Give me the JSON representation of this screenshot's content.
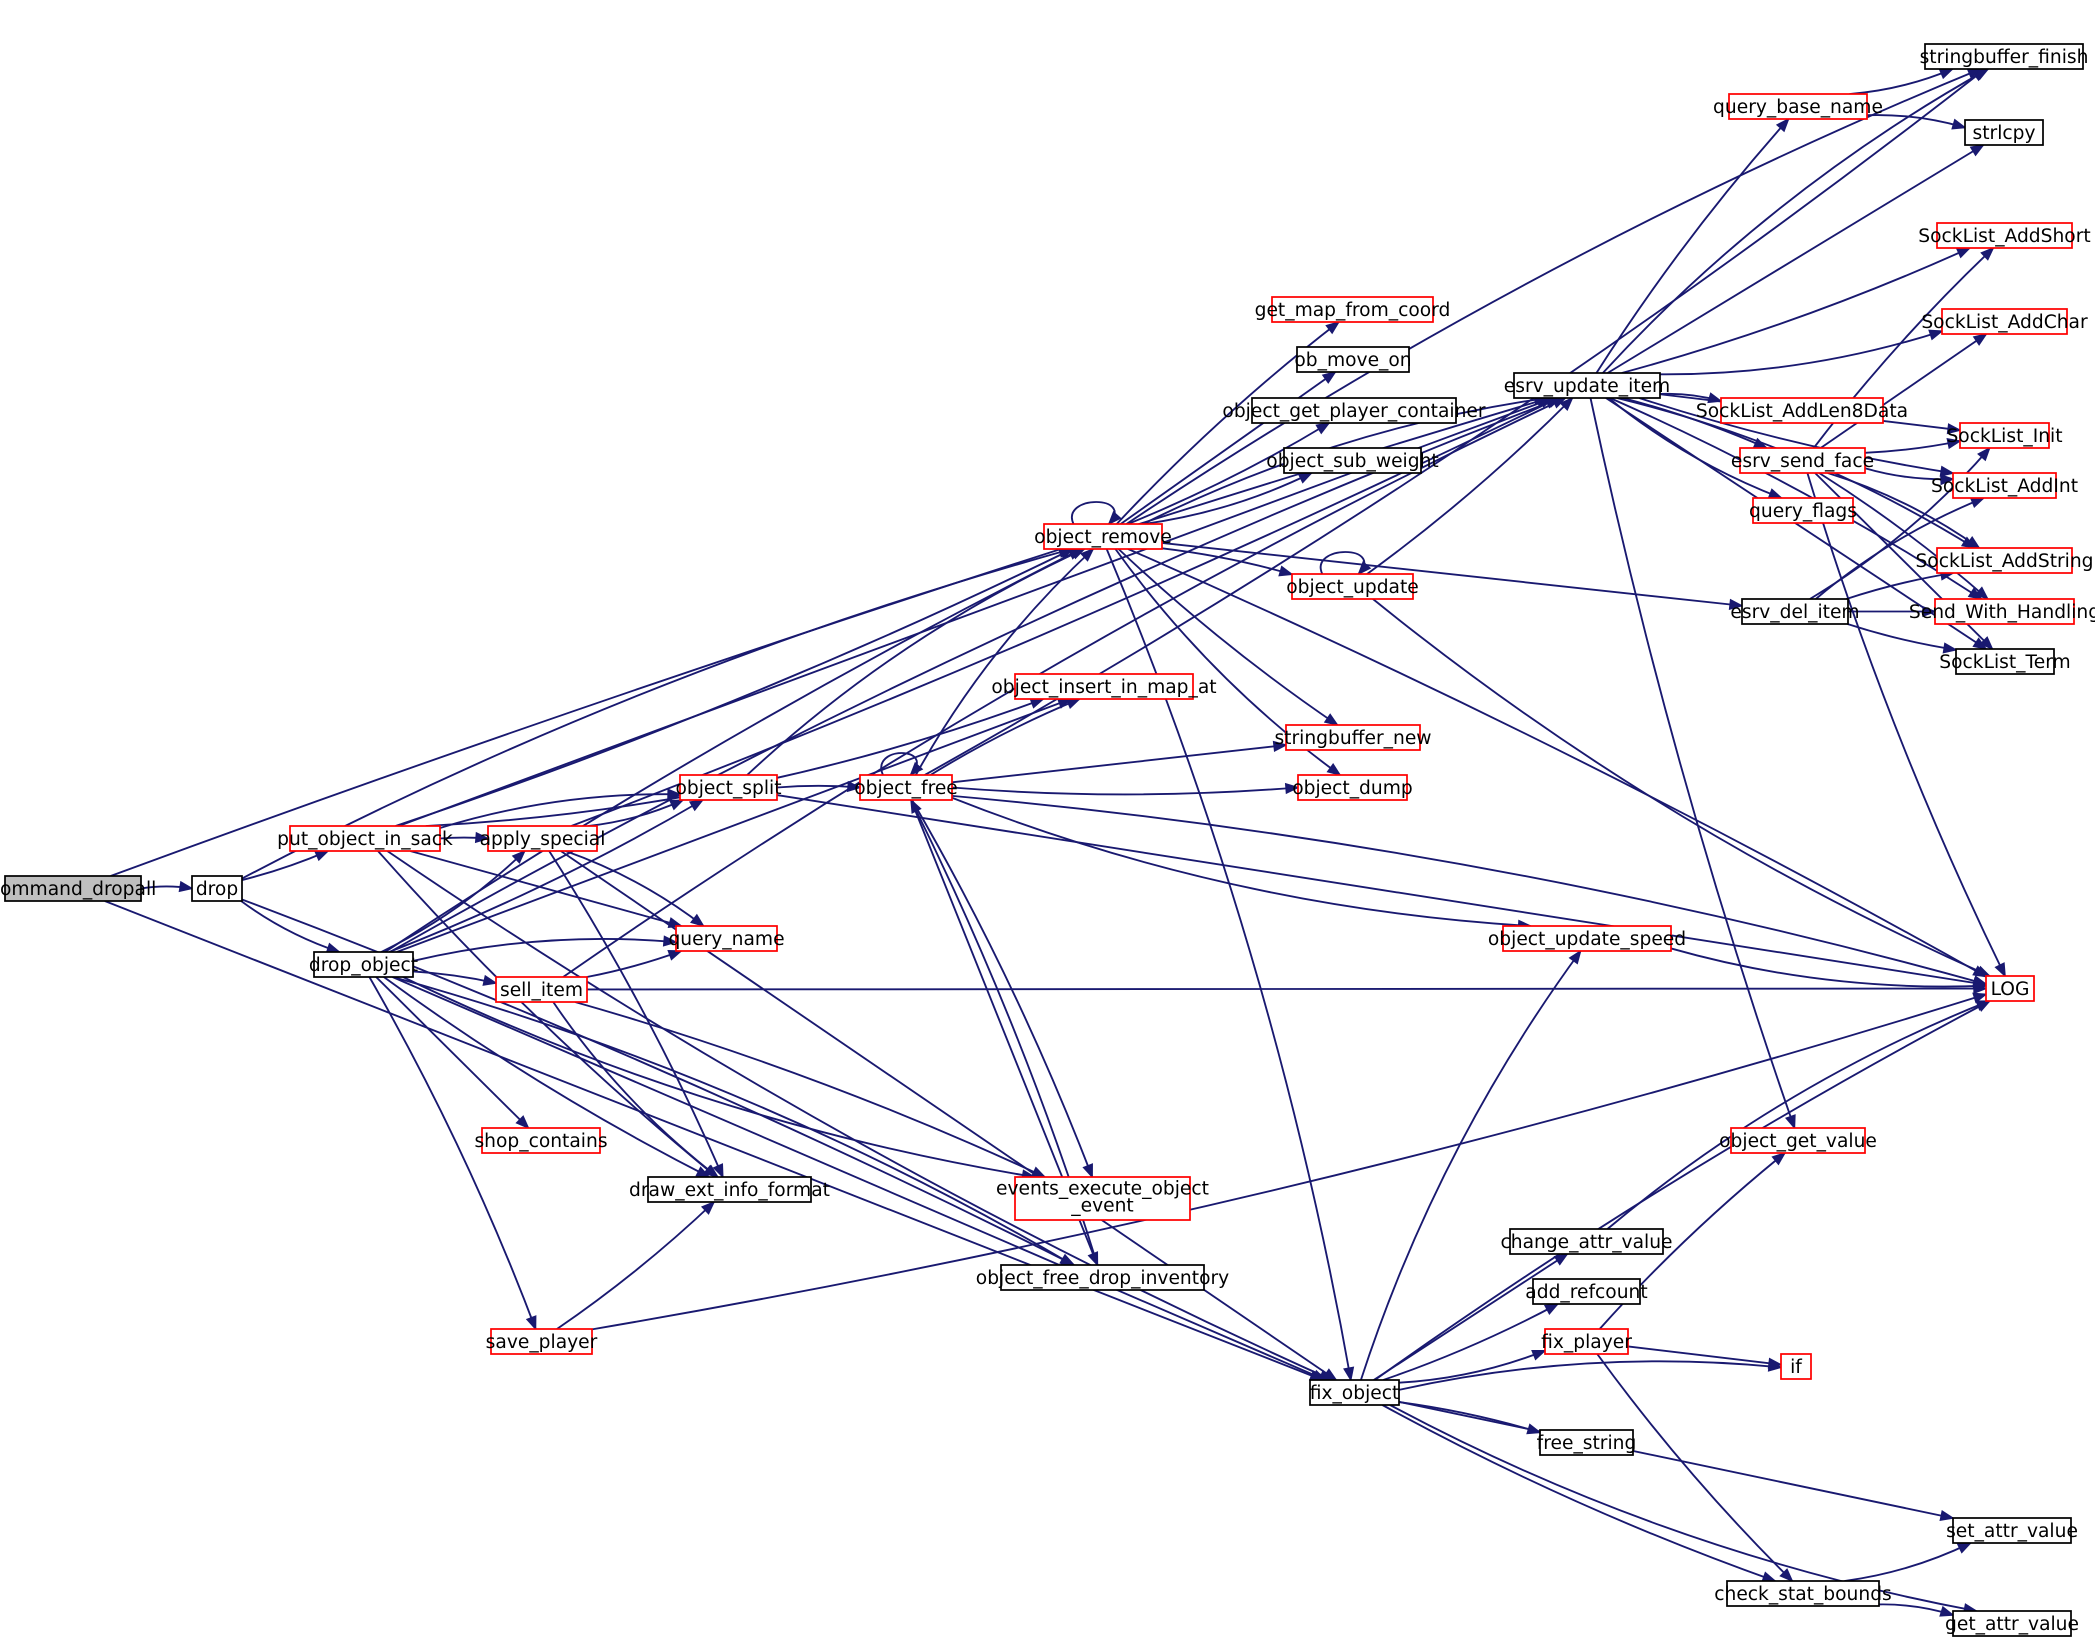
{
  "diagram": {
    "nodes": [
      {
        "id": "command_dropall",
        "label": "command_dropall",
        "style": "root"
      },
      {
        "id": "drop",
        "label": "drop",
        "style": "black"
      },
      {
        "id": "put_object_in_sack",
        "label": "put_object_in_sack",
        "style": "red"
      },
      {
        "id": "drop_object",
        "label": "drop_object",
        "style": "black"
      },
      {
        "id": "apply_special",
        "label": "apply_special",
        "style": "red"
      },
      {
        "id": "sell_item",
        "label": "sell_item",
        "style": "red"
      },
      {
        "id": "shop_contains",
        "label": "shop_contains",
        "style": "red"
      },
      {
        "id": "save_player",
        "label": "save_player",
        "style": "red"
      },
      {
        "id": "query_name",
        "label": "query_name",
        "style": "red"
      },
      {
        "id": "draw_ext_info_format",
        "label": "draw_ext_info_format",
        "style": "black"
      },
      {
        "id": "object_split",
        "label": "object_split",
        "style": "red"
      },
      {
        "id": "object_free",
        "label": "object_free",
        "style": "red"
      },
      {
        "id": "object_remove",
        "label": "object_remove",
        "style": "red"
      },
      {
        "id": "object_insert_in_map_at",
        "label": "object_insert_in_map_at",
        "style": "red"
      },
      {
        "id": "events_execute_object_event",
        "label": "events_execute_object\n_event",
        "style": "red"
      },
      {
        "id": "object_free_drop_inventory",
        "label": "object_free_drop_inventory",
        "style": "black"
      },
      {
        "id": "get_map_from_coord",
        "label": "get_map_from_coord",
        "style": "red"
      },
      {
        "id": "ob_move_on",
        "label": "ob_move_on",
        "style": "black"
      },
      {
        "id": "object_get_player_container",
        "label": "object_get_player_container",
        "style": "black"
      },
      {
        "id": "object_sub_weight",
        "label": "object_sub_weight",
        "style": "black"
      },
      {
        "id": "object_update",
        "label": "object_update",
        "style": "red"
      },
      {
        "id": "stringbuffer_new",
        "label": "stringbuffer_new",
        "style": "red"
      },
      {
        "id": "object_dump",
        "label": "object_dump",
        "style": "red"
      },
      {
        "id": "esrv_update_item",
        "label": "esrv_update_item",
        "style": "black"
      },
      {
        "id": "esrv_del_item",
        "label": "esrv_del_item",
        "style": "black"
      },
      {
        "id": "object_update_speed",
        "label": "object_update_speed",
        "style": "red"
      },
      {
        "id": "fix_object",
        "label": "fix_object",
        "style": "black"
      },
      {
        "id": "stringbuffer_finish",
        "label": "stringbuffer_finish",
        "style": "black"
      },
      {
        "id": "query_base_name",
        "label": "query_base_name",
        "style": "red"
      },
      {
        "id": "strlcpy",
        "label": "strlcpy",
        "style": "black"
      },
      {
        "id": "SockList_AddShort",
        "label": "SockList_AddShort",
        "style": "red"
      },
      {
        "id": "SockList_AddChar",
        "label": "SockList_AddChar",
        "style": "red"
      },
      {
        "id": "SockList_AddLen8Data",
        "label": "SockList_AddLen8Data",
        "style": "red"
      },
      {
        "id": "esrv_send_face",
        "label": "esrv_send_face",
        "style": "red"
      },
      {
        "id": "SockList_Init",
        "label": "SockList_Init",
        "style": "red"
      },
      {
        "id": "SockList_AddInt",
        "label": "SockList_AddInt",
        "style": "red"
      },
      {
        "id": "query_flags",
        "label": "query_flags",
        "style": "red"
      },
      {
        "id": "SockList_AddString",
        "label": "SockList_AddString",
        "style": "red"
      },
      {
        "id": "Send_With_Handling",
        "label": "Send_With_Handling",
        "style": "red"
      },
      {
        "id": "SockList_Term",
        "label": "SockList_Term",
        "style": "black"
      },
      {
        "id": "LOG",
        "label": "LOG",
        "style": "red"
      },
      {
        "id": "object_get_value",
        "label": "object_get_value",
        "style": "red"
      },
      {
        "id": "change_attr_value",
        "label": "change_attr_value",
        "style": "black"
      },
      {
        "id": "add_refcount",
        "label": "add_refcount",
        "style": "black"
      },
      {
        "id": "fix_player",
        "label": "fix_player",
        "style": "red"
      },
      {
        "id": "if",
        "label": "if",
        "style": "red"
      },
      {
        "id": "free_string",
        "label": "free_string",
        "style": "black"
      },
      {
        "id": "set_attr_value",
        "label": "set_attr_value",
        "style": "black"
      },
      {
        "id": "check_stat_bounds",
        "label": "check_stat_bounds",
        "style": "black"
      },
      {
        "id": "get_attr_value",
        "label": "get_attr_value",
        "style": "black"
      }
    ],
    "edges": [
      [
        "command_dropall",
        "drop"
      ],
      [
        "command_dropall",
        "esrv_update_item"
      ],
      [
        "command_dropall",
        "fix_object"
      ],
      [
        "drop",
        "put_object_in_sack"
      ],
      [
        "drop",
        "drop_object"
      ],
      [
        "drop",
        "object_remove"
      ],
      [
        "drop",
        "object_free_drop_inventory"
      ],
      [
        "put_object_in_sack",
        "esrv_update_item"
      ],
      [
        "put_object_in_sack",
        "object_remove"
      ],
      [
        "put_object_in_sack",
        "object_insert_in_map_at"
      ],
      [
        "put_object_in_sack",
        "object_split"
      ],
      [
        "put_object_in_sack",
        "apply_special"
      ],
      [
        "put_object_in_sack",
        "query_name"
      ],
      [
        "put_object_in_sack",
        "draw_ext_info_format"
      ],
      [
        "put_object_in_sack",
        "fix_object"
      ],
      [
        "drop_object",
        "esrv_update_item"
      ],
      [
        "drop_object",
        "object_remove"
      ],
      [
        "drop_object",
        "object_insert_in_map_at"
      ],
      [
        "drop_object",
        "object_split"
      ],
      [
        "drop_object",
        "apply_special"
      ],
      [
        "drop_object",
        "query_name"
      ],
      [
        "drop_object",
        "sell_item"
      ],
      [
        "drop_object",
        "shop_contains"
      ],
      [
        "drop_object",
        "draw_ext_info_format"
      ],
      [
        "drop_object",
        "events_execute_object_event"
      ],
      [
        "drop_object",
        "object_free_drop_inventory"
      ],
      [
        "drop_object",
        "save_player"
      ],
      [
        "drop_object",
        "fix_object"
      ],
      [
        "apply_special",
        "esrv_update_item"
      ],
      [
        "apply_special",
        "object_split"
      ],
      [
        "apply_special",
        "query_name"
      ],
      [
        "apply_special",
        "draw_ext_info_format"
      ],
      [
        "apply_special",
        "fix_object"
      ],
      [
        "sell_item",
        "query_name"
      ],
      [
        "sell_item",
        "draw_ext_info_format"
      ],
      [
        "sell_item",
        "esrv_update_item"
      ],
      [
        "sell_item",
        "events_execute_object_event"
      ],
      [
        "sell_item",
        "LOG"
      ],
      [
        "save_player",
        "draw_ext_info_format"
      ],
      [
        "save_player",
        "LOG"
      ],
      [
        "object_split",
        "object_remove"
      ],
      [
        "object_split",
        "object_free"
      ],
      [
        "object_split",
        "LOG"
      ],
      [
        "object_free",
        "object_free"
      ],
      [
        "object_free",
        "stringbuffer_finish"
      ],
      [
        "object_free",
        "object_remove"
      ],
      [
        "object_free",
        "object_insert_in_map_at"
      ],
      [
        "object_free",
        "stringbuffer_new"
      ],
      [
        "object_free",
        "object_dump"
      ],
      [
        "object_free",
        "object_update_speed"
      ],
      [
        "object_free",
        "LOG"
      ],
      [
        "object_free",
        "events_execute_object_event"
      ],
      [
        "object_free",
        "object_free_drop_inventory"
      ],
      [
        "object_free_drop_inventory",
        "object_free"
      ],
      [
        "object_remove",
        "object_remove"
      ],
      [
        "object_remove",
        "stringbuffer_finish"
      ],
      [
        "object_remove",
        "get_map_from_coord"
      ],
      [
        "object_remove",
        "ob_move_on"
      ],
      [
        "object_remove",
        "object_get_player_container"
      ],
      [
        "object_remove",
        "object_sub_weight"
      ],
      [
        "object_remove",
        "esrv_update_item"
      ],
      [
        "object_remove",
        "object_update"
      ],
      [
        "object_remove",
        "esrv_del_item"
      ],
      [
        "object_remove",
        "stringbuffer_new"
      ],
      [
        "object_remove",
        "object_dump"
      ],
      [
        "object_remove",
        "fix_object"
      ],
      [
        "object_remove",
        "LOG"
      ],
      [
        "object_update",
        "object_update"
      ],
      [
        "object_update",
        "esrv_update_item"
      ],
      [
        "object_update",
        "LOG"
      ],
      [
        "esrv_update_item",
        "stringbuffer_finish"
      ],
      [
        "esrv_update_item",
        "query_base_name"
      ],
      [
        "esrv_update_item",
        "strlcpy"
      ],
      [
        "esrv_update_item",
        "SockList_AddShort"
      ],
      [
        "esrv_update_item",
        "SockList_AddChar"
      ],
      [
        "esrv_update_item",
        "SockList_AddLen8Data"
      ],
      [
        "esrv_update_item",
        "esrv_send_face"
      ],
      [
        "esrv_update_item",
        "SockList_Init"
      ],
      [
        "esrv_update_item",
        "SockList_AddInt"
      ],
      [
        "esrv_update_item",
        "query_flags"
      ],
      [
        "esrv_update_item",
        "SockList_AddString"
      ],
      [
        "esrv_update_item",
        "Send_With_Handling"
      ],
      [
        "esrv_update_item",
        "SockList_Term"
      ],
      [
        "esrv_update_item",
        "object_get_value"
      ],
      [
        "query_base_name",
        "stringbuffer_finish"
      ],
      [
        "query_base_name",
        "strlcpy"
      ],
      [
        "esrv_send_face",
        "SockList_AddShort"
      ],
      [
        "esrv_send_face",
        "SockList_AddChar"
      ],
      [
        "esrv_send_face",
        "SockList_Init"
      ],
      [
        "esrv_send_face",
        "SockList_AddInt"
      ],
      [
        "esrv_send_face",
        "SockList_AddString"
      ],
      [
        "esrv_send_face",
        "Send_With_Handling"
      ],
      [
        "esrv_send_face",
        "SockList_Term"
      ],
      [
        "esrv_send_face",
        "LOG"
      ],
      [
        "esrv_del_item",
        "SockList_Init"
      ],
      [
        "esrv_del_item",
        "SockList_AddInt"
      ],
      [
        "esrv_del_item",
        "SockList_AddString"
      ],
      [
        "esrv_del_item",
        "Send_With_Handling"
      ],
      [
        "esrv_del_item",
        "SockList_Term"
      ],
      [
        "object_update_speed",
        "LOG"
      ],
      [
        "fix_object",
        "object_update_speed"
      ],
      [
        "fix_object",
        "LOG"
      ],
      [
        "fix_object",
        "change_attr_value"
      ],
      [
        "fix_object",
        "add_refcount"
      ],
      [
        "fix_object",
        "fix_player"
      ],
      [
        "fix_object",
        "if"
      ],
      [
        "fix_object",
        "free_string"
      ],
      [
        "fix_object",
        "set_attr_value"
      ],
      [
        "fix_object",
        "check_stat_bounds"
      ],
      [
        "fix_object",
        "get_attr_value"
      ],
      [
        "change_attr_value",
        "LOG"
      ],
      [
        "fix_player",
        "object_get_value"
      ],
      [
        "fix_player",
        "if"
      ],
      [
        "fix_player",
        "check_stat_bounds"
      ],
      [
        "check_stat_bounds",
        "set_attr_value"
      ],
      [
        "check_stat_bounds",
        "get_attr_value"
      ]
    ]
  }
}
